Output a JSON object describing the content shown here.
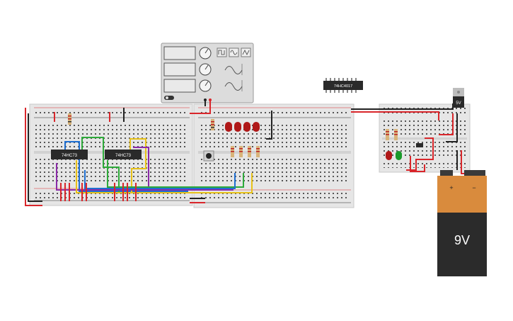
{
  "chips": {
    "left": "74HC73",
    "middle": "74HC73",
    "top": "74HC4017"
  },
  "regulator": {
    "label": "5V"
  },
  "battery": {
    "label": "9V",
    "plus": "+",
    "minus": "−"
  },
  "colors": {
    "breadboard": "#e6e6e6",
    "rail_red": "#d9262b",
    "rail_black": "#222222",
    "battery_body": "#2b2b2b",
    "battery_cap": "#d98b3d",
    "led_red": "#b01818",
    "led_green": "#1a9a2a",
    "wire_blue": "#1f6fd1",
    "wire_green": "#2eaa3a",
    "wire_yellow": "#e8c21a",
    "wire_purple": "#8a2aa8"
  },
  "icons": [
    "square-wave-icon",
    "sine-wave-icon",
    "triangle-wave-icon"
  ]
}
